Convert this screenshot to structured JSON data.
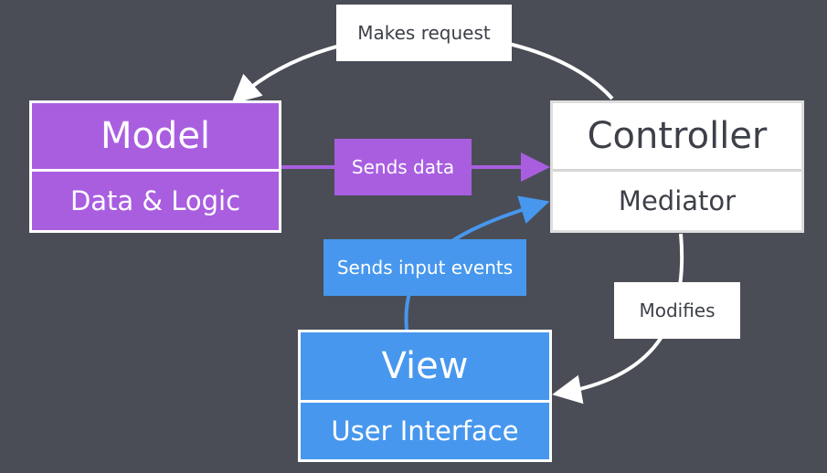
{
  "model": {
    "title": "Model",
    "subtitle": "Data & Logic"
  },
  "controller": {
    "title": "Controller",
    "subtitle": "Mediator"
  },
  "view": {
    "title": "View",
    "subtitle": "User Interface"
  },
  "arrows": {
    "makes_request": "Makes request",
    "sends_data": "Sends data",
    "sends_input_events": "Sends input events",
    "modifies": "Modifies"
  },
  "colors": {
    "background": "#4a4d56",
    "model": "#a95ee0",
    "view": "#4797ee",
    "controller": "#ffffff",
    "dark_text": "#3e4049"
  }
}
